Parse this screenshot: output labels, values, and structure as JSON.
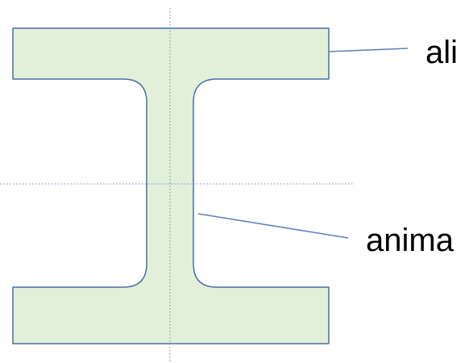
{
  "diagram": {
    "section_type": "i-beam",
    "colors": {
      "section_fill": "#e2f0d9",
      "section_outline": "#4a6ea8",
      "leader_line": "#5b7fc0",
      "axis_line": "#5b8bd0",
      "label": "#000000"
    },
    "labels": {
      "flange": "ali",
      "web": "anima"
    }
  }
}
